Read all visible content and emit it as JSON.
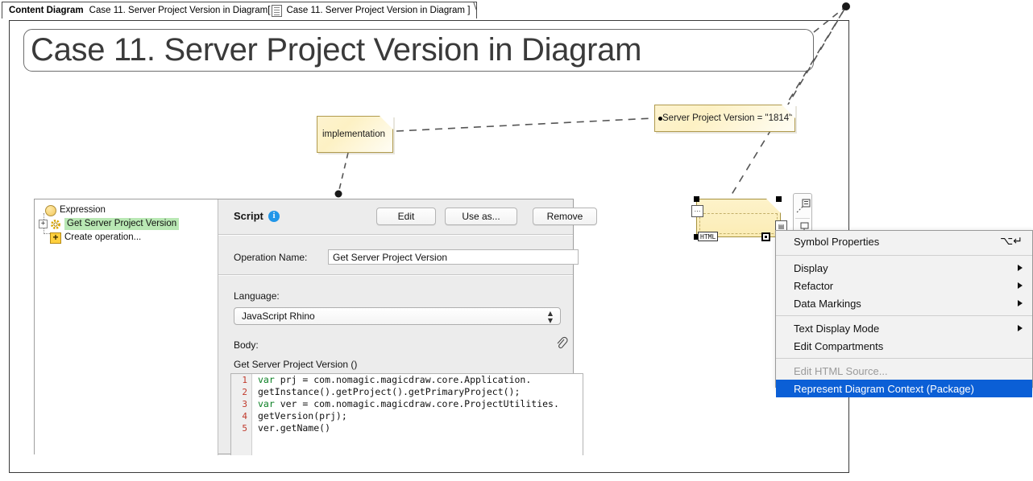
{
  "tab": {
    "kind_label": "Content Diagram",
    "name": "Case 11. Server Project Version in Diagram[",
    "doc_icon": "document-icon",
    "context": "Case 11. Server Project Version in Diagram ]"
  },
  "diagram": {
    "title": "Case 11. Server Project Version in Diagram",
    "notes": [
      {
        "id": "implementation",
        "text": "implementation"
      },
      {
        "id": "server-project-version",
        "text": "Server Project Version = \"1814\""
      }
    ],
    "selected_shape": {
      "badge": "HTML"
    },
    "mini_toolbar": [
      "anchor-icon",
      "nest-icon"
    ]
  },
  "panel": {
    "tree": {
      "items": [
        {
          "label": "Expression",
          "icon": "expression-icon",
          "selected": false,
          "twisty": ""
        },
        {
          "label": "Get Server Project Version",
          "icon": "gear-icon",
          "selected": true,
          "twisty": "+"
        },
        {
          "label": "Create operation...",
          "icon": "plus-icon",
          "selected": false,
          "twisty": ""
        }
      ]
    },
    "section_title": "Script",
    "info_icon": "info-icon",
    "buttons": {
      "edit": "Edit",
      "use_as": "Use as...",
      "remove": "Remove"
    },
    "operation_name": {
      "label": "Operation Name:",
      "value": "Get Server Project Version"
    },
    "language": {
      "label": "Language:",
      "value": "JavaScript Rhino"
    },
    "body": {
      "label": "Body:",
      "attach_icon": "paperclip-icon",
      "signature": "Get Server Project Version ()",
      "line_numbers": [
        "1",
        "2",
        "3",
        "4",
        "5"
      ],
      "code_lines": [
        {
          "kw": "var",
          "rest": " prj = com.nomagic.magicdraw.core.Application."
        },
        {
          "kw": "",
          "rest": "getInstance().getProject().getPrimaryProject();"
        },
        {
          "kw": "var",
          "rest": " ver = com.nomagic.magicdraw.core.ProjectUtilities."
        },
        {
          "kw": "",
          "rest": "getVersion(prj);"
        },
        {
          "kw": "",
          "rest": "ver.getName()"
        }
      ]
    }
  },
  "context_menu": {
    "items": [
      {
        "label": "Symbol Properties",
        "shortcut": "⌥↵",
        "submenu": false,
        "disabled": false,
        "highlighted": false
      },
      {
        "label": "Display",
        "shortcut": "",
        "submenu": true,
        "disabled": false,
        "highlighted": false
      },
      {
        "label": "Refactor",
        "shortcut": "",
        "submenu": true,
        "disabled": false,
        "highlighted": false
      },
      {
        "label": "Data Markings",
        "shortcut": "",
        "submenu": true,
        "disabled": false,
        "highlighted": false
      },
      {
        "label": "Text Display Mode",
        "shortcut": "",
        "submenu": true,
        "disabled": false,
        "highlighted": false
      },
      {
        "label": "Edit Compartments",
        "shortcut": "",
        "submenu": false,
        "disabled": false,
        "highlighted": false
      },
      {
        "label": "Edit HTML Source...",
        "shortcut": "",
        "submenu": false,
        "disabled": true,
        "highlighted": false
      },
      {
        "label": "Represent Diagram Context (Package)",
        "shortcut": "",
        "submenu": false,
        "disabled": false,
        "highlighted": true
      }
    ]
  },
  "colors": {
    "note_fill": "#fdf1c4",
    "note_border": "#b09a4e",
    "tree_selection": "#b9e8b4",
    "menu_highlight": "#0b5fd6",
    "info_blue": "#2196e8",
    "code_keyword": "#0a7f23",
    "line_number": "#c0392b"
  }
}
